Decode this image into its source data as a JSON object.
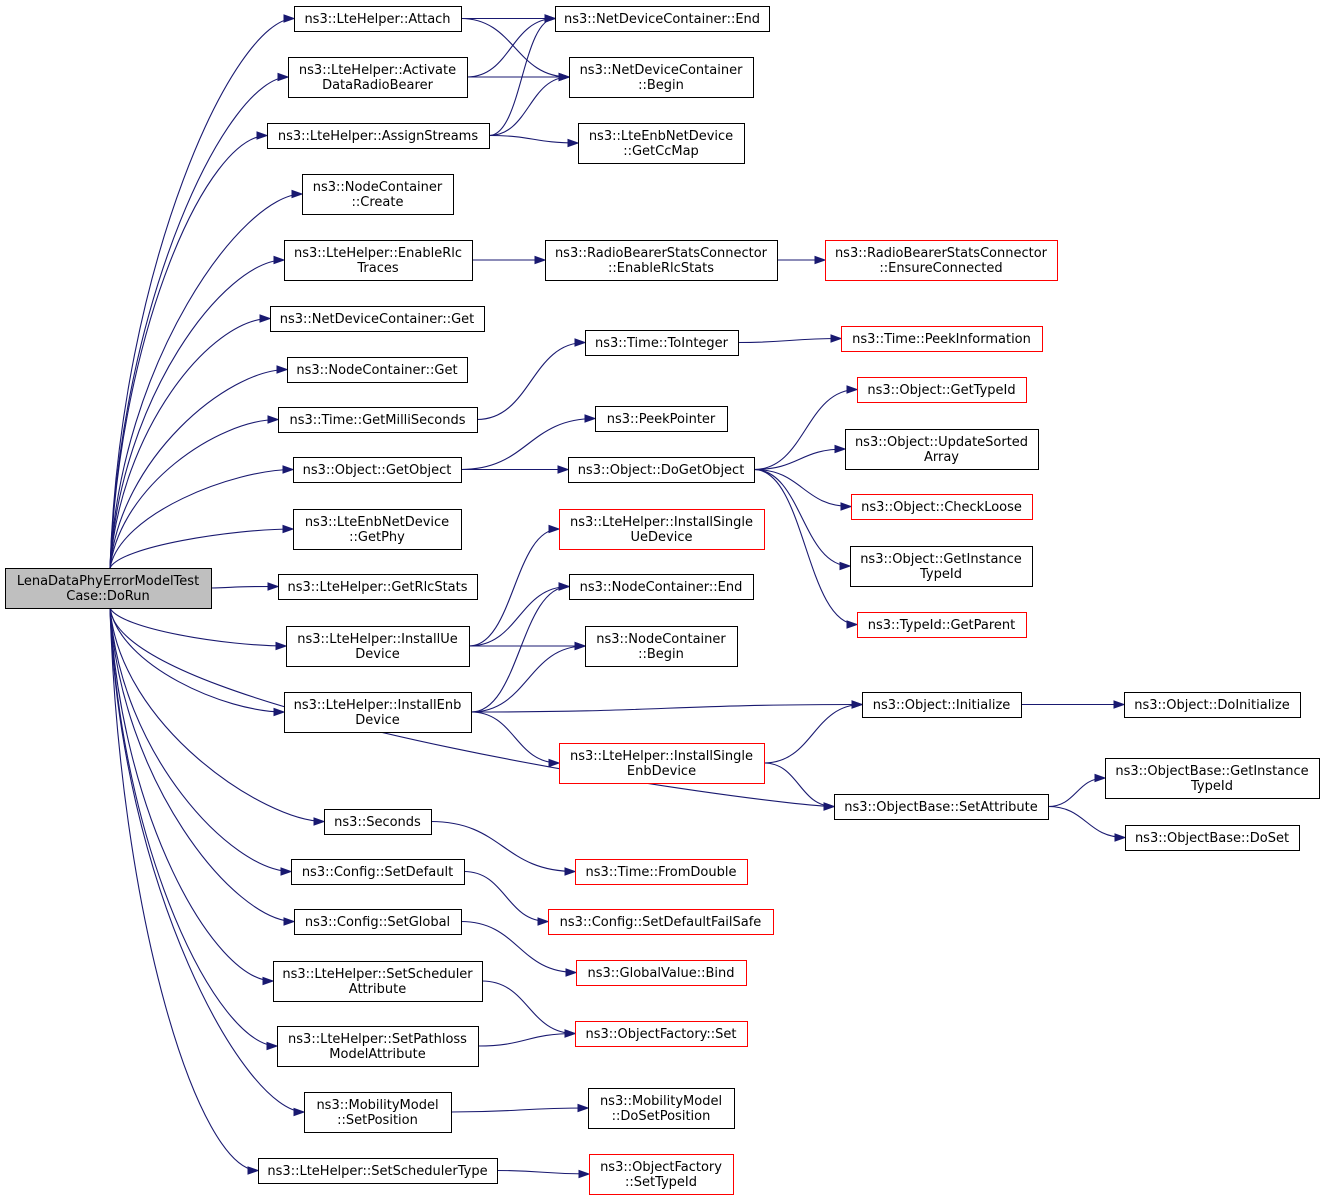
{
  "colors": {
    "edge": "#191970",
    "node_border": "#000000",
    "node_border_truncated": "#ff0000",
    "root_fill": "#bfbfbf",
    "node_fill": "#ffffff"
  },
  "graph": {
    "root": {
      "id": "root",
      "lines": [
        "LenaDataPhyErrorModelTest",
        "Case::DoRun"
      ]
    },
    "nodes": [
      {
        "id": "attach",
        "lines": [
          "ns3::LteHelper::Attach"
        ]
      },
      {
        "id": "activate",
        "lines": [
          "ns3::LteHelper::Activate",
          "DataRadioBearer"
        ]
      },
      {
        "id": "assign",
        "lines": [
          "ns3::LteHelper::AssignStreams"
        ]
      },
      {
        "id": "nc_create",
        "lines": [
          "ns3::NodeContainer",
          "::Create"
        ]
      },
      {
        "id": "enable_rlc",
        "lines": [
          "ns3::LteHelper::EnableRlc",
          "Traces"
        ]
      },
      {
        "id": "ndc_get",
        "lines": [
          "ns3::NetDeviceContainer::Get"
        ]
      },
      {
        "id": "nc_get",
        "lines": [
          "ns3::NodeContainer::Get"
        ]
      },
      {
        "id": "get_ms",
        "lines": [
          "ns3::Time::GetMilliSeconds"
        ]
      },
      {
        "id": "get_object",
        "lines": [
          "ns3::Object::GetObject"
        ]
      },
      {
        "id": "get_phy",
        "lines": [
          "ns3::LteEnbNetDevice",
          "::GetPhy"
        ]
      },
      {
        "id": "get_rlc",
        "lines": [
          "ns3::LteHelper::GetRlcStats"
        ]
      },
      {
        "id": "install_ue",
        "lines": [
          "ns3::LteHelper::InstallUe",
          "Device"
        ]
      },
      {
        "id": "install_enb",
        "lines": [
          "ns3::LteHelper::InstallEnb",
          "Device"
        ]
      },
      {
        "id": "seconds",
        "lines": [
          "ns3::Seconds"
        ]
      },
      {
        "id": "set_default",
        "lines": [
          "ns3::Config::SetDefault"
        ]
      },
      {
        "id": "set_global",
        "lines": [
          "ns3::Config::SetGlobal"
        ]
      },
      {
        "id": "set_sched_attr",
        "lines": [
          "ns3::LteHelper::SetScheduler",
          "Attribute"
        ]
      },
      {
        "id": "set_path_attr",
        "lines": [
          "ns3::LteHelper::SetPathloss",
          "ModelAttribute"
        ]
      },
      {
        "id": "mm_setpos",
        "lines": [
          "ns3::MobilityModel",
          "::SetPosition"
        ]
      },
      {
        "id": "set_sched_type",
        "lines": [
          "ns3::LteHelper::SetSchedulerType"
        ]
      },
      {
        "id": "ndc_end",
        "lines": [
          "ns3::NetDeviceContainer::End"
        ]
      },
      {
        "id": "ndc_begin",
        "lines": [
          "ns3::NetDeviceContainer",
          "::Begin"
        ]
      },
      {
        "id": "get_ccmap",
        "lines": [
          "ns3::LteEnbNetDevice",
          "::GetCcMap"
        ]
      },
      {
        "id": "enable_rlc_stats",
        "lines": [
          "ns3::RadioBearerStatsConnector",
          "::EnableRlcStats"
        ]
      },
      {
        "id": "ensure_conn",
        "lines": [
          "ns3::RadioBearerStatsConnector",
          "::EnsureConnected"
        ],
        "truncated": true
      },
      {
        "id": "to_integer",
        "lines": [
          "ns3::Time::ToInteger"
        ]
      },
      {
        "id": "peek_info",
        "lines": [
          "ns3::Time::PeekInformation"
        ],
        "truncated": true
      },
      {
        "id": "peek_pointer",
        "lines": [
          "ns3::PeekPointer"
        ]
      },
      {
        "id": "do_get_object",
        "lines": [
          "ns3::Object::DoGetObject"
        ]
      },
      {
        "id": "get_type_id",
        "lines": [
          "ns3::Object::GetTypeId"
        ],
        "truncated": true
      },
      {
        "id": "update_sorted",
        "lines": [
          "ns3::Object::UpdateSorted",
          "Array"
        ]
      },
      {
        "id": "check_loose",
        "lines": [
          "ns3::Object::CheckLoose"
        ],
        "truncated": true
      },
      {
        "id": "get_inst_tid",
        "lines": [
          "ns3::Object::GetInstance",
          "TypeId"
        ]
      },
      {
        "id": "get_parent",
        "lines": [
          "ns3::TypeId::GetParent"
        ],
        "truncated": true
      },
      {
        "id": "install_single_ue",
        "lines": [
          "ns3::LteHelper::InstallSingle",
          "UeDevice"
        ],
        "truncated": true
      },
      {
        "id": "nc_end",
        "lines": [
          "ns3::NodeContainer::End"
        ]
      },
      {
        "id": "nc_begin",
        "lines": [
          "ns3::NodeContainer",
          "::Begin"
        ]
      },
      {
        "id": "obj_init",
        "lines": [
          "ns3::Object::Initialize"
        ]
      },
      {
        "id": "obj_doinit",
        "lines": [
          "ns3::Object::DoInitialize"
        ]
      },
      {
        "id": "install_single_enb",
        "lines": [
          "ns3::LteHelper::InstallSingle",
          "EnbDevice"
        ],
        "truncated": true
      },
      {
        "id": "set_attribute",
        "lines": [
          "ns3::ObjectBase::SetAttribute"
        ]
      },
      {
        "id": "ob_get_inst_tid",
        "lines": [
          "ns3::ObjectBase::GetInstance",
          "TypeId"
        ]
      },
      {
        "id": "ob_doset",
        "lines": [
          "ns3::ObjectBase::DoSet"
        ]
      },
      {
        "id": "from_double",
        "lines": [
          "ns3::Time::FromDouble"
        ],
        "truncated": true
      },
      {
        "id": "set_default_fs",
        "lines": [
          "ns3::Config::SetDefaultFailSafe"
        ],
        "truncated": true
      },
      {
        "id": "gv_bind",
        "lines": [
          "ns3::GlobalValue::Bind"
        ],
        "truncated": true
      },
      {
        "id": "of_set",
        "lines": [
          "ns3::ObjectFactory::Set"
        ],
        "truncated": true
      },
      {
        "id": "mm_dosetpos",
        "lines": [
          "ns3::MobilityModel",
          "::DoSetPosition"
        ]
      },
      {
        "id": "of_settypeid",
        "lines": [
          "ns3::ObjectFactory",
          "::SetTypeId"
        ],
        "truncated": true
      }
    ],
    "edges": [
      [
        "root",
        "attach"
      ],
      [
        "root",
        "activate"
      ],
      [
        "root",
        "assign"
      ],
      [
        "root",
        "nc_create"
      ],
      [
        "root",
        "enable_rlc"
      ],
      [
        "root",
        "ndc_get"
      ],
      [
        "root",
        "nc_get"
      ],
      [
        "root",
        "get_ms"
      ],
      [
        "root",
        "get_object"
      ],
      [
        "root",
        "get_phy"
      ],
      [
        "root",
        "get_rlc"
      ],
      [
        "root",
        "install_ue"
      ],
      [
        "root",
        "install_enb"
      ],
      [
        "root",
        "set_attribute"
      ],
      [
        "root",
        "seconds"
      ],
      [
        "root",
        "set_default"
      ],
      [
        "root",
        "set_global"
      ],
      [
        "root",
        "set_sched_attr"
      ],
      [
        "root",
        "set_path_attr"
      ],
      [
        "root",
        "mm_setpos"
      ],
      [
        "root",
        "set_sched_type"
      ],
      [
        "attach",
        "ndc_end"
      ],
      [
        "attach",
        "ndc_begin"
      ],
      [
        "activate",
        "ndc_end"
      ],
      [
        "activate",
        "ndc_begin"
      ],
      [
        "assign",
        "ndc_end"
      ],
      [
        "assign",
        "ndc_begin"
      ],
      [
        "assign",
        "get_ccmap"
      ],
      [
        "enable_rlc",
        "enable_rlc_stats"
      ],
      [
        "enable_rlc_stats",
        "ensure_conn"
      ],
      [
        "get_ms",
        "to_integer"
      ],
      [
        "to_integer",
        "peek_info"
      ],
      [
        "get_object",
        "peek_pointer"
      ],
      [
        "get_object",
        "do_get_object"
      ],
      [
        "do_get_object",
        "get_type_id"
      ],
      [
        "do_get_object",
        "update_sorted"
      ],
      [
        "do_get_object",
        "check_loose"
      ],
      [
        "do_get_object",
        "get_inst_tid"
      ],
      [
        "do_get_object",
        "get_parent"
      ],
      [
        "install_ue",
        "install_single_ue"
      ],
      [
        "install_ue",
        "nc_end"
      ],
      [
        "install_ue",
        "nc_begin"
      ],
      [
        "install_enb",
        "nc_end"
      ],
      [
        "install_enb",
        "nc_begin"
      ],
      [
        "install_enb",
        "obj_init"
      ],
      [
        "install_enb",
        "install_single_enb"
      ],
      [
        "install_single_enb",
        "obj_init"
      ],
      [
        "install_single_enb",
        "set_attribute"
      ],
      [
        "obj_init",
        "obj_doinit"
      ],
      [
        "set_attribute",
        "ob_get_inst_tid"
      ],
      [
        "set_attribute",
        "ob_doset"
      ],
      [
        "seconds",
        "from_double"
      ],
      [
        "set_default",
        "set_default_fs"
      ],
      [
        "set_global",
        "gv_bind"
      ],
      [
        "set_sched_attr",
        "of_set"
      ],
      [
        "set_path_attr",
        "of_set"
      ],
      [
        "mm_setpos",
        "mm_dosetpos"
      ],
      [
        "set_sched_type",
        "of_settypeid"
      ]
    ]
  }
}
